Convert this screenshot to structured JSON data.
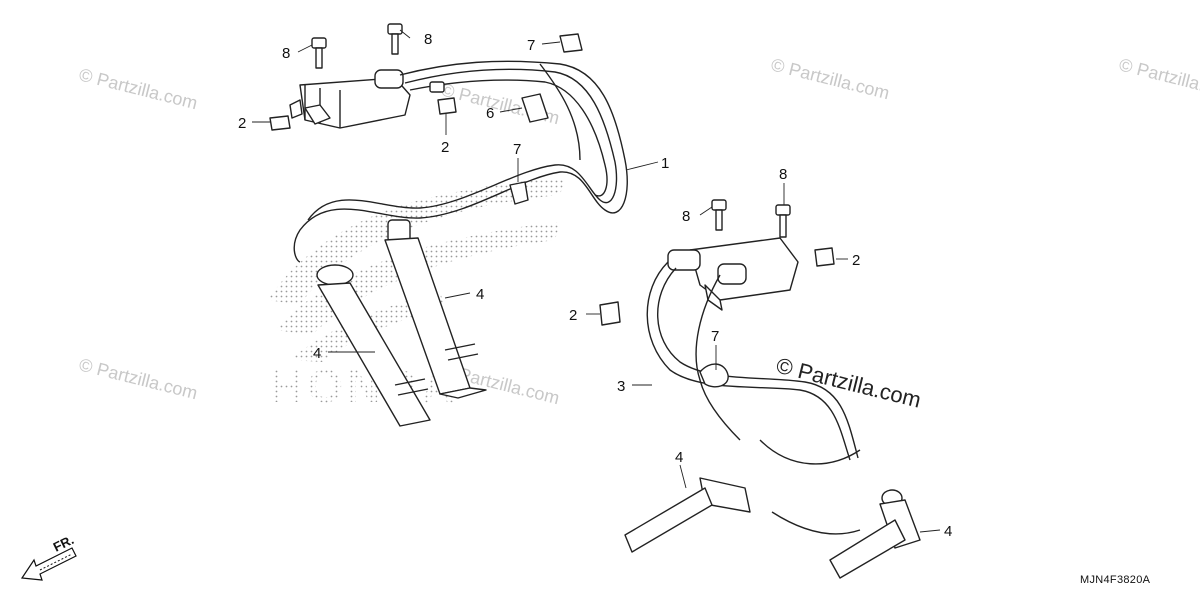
{
  "diagram": {
    "code": "MJN4F3820A",
    "brand_logo_text": "HONDA",
    "direction_label": "FR.",
    "watermarks": [
      "© Partzilla.com",
      "© Partzilla.com",
      "© Partzilla.com",
      "© Partzilla.com",
      "© Partzilla.com",
      "© Partzilla.com"
    ],
    "center_watermark": "© Partzilla.com",
    "callouts": [
      "1",
      "2",
      "2",
      "6",
      "7",
      "7",
      "8",
      "8",
      "8",
      "8",
      "2",
      "2",
      "4",
      "4",
      "3",
      "7",
      "4",
      "4"
    ]
  }
}
